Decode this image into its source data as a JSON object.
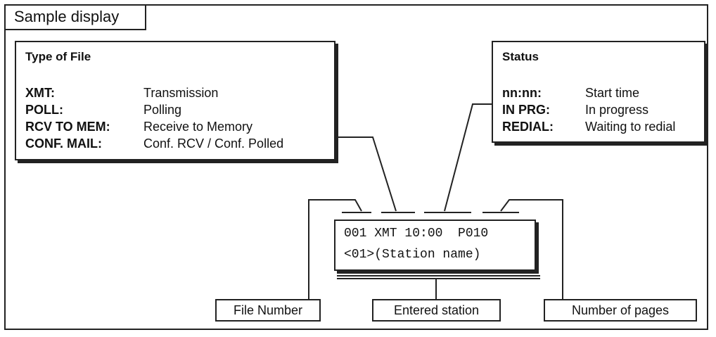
{
  "title": "Sample display",
  "type_of_file": {
    "heading": "Type of File",
    "rows": [
      {
        "key": "XMT:",
        "value": "Transmission"
      },
      {
        "key": "POLL:",
        "value": "Polling"
      },
      {
        "key": "RCV TO MEM:",
        "value": "Receive to Memory"
      },
      {
        "key": "CONF. MAIL:",
        "value": "Conf. RCV / Conf. Polled"
      }
    ]
  },
  "status": {
    "heading": "Status",
    "rows": [
      {
        "key": "nn:nn:",
        "value": "Start time"
      },
      {
        "key": "IN PRG:",
        "value": "In progress"
      },
      {
        "key": "REDIAL:",
        "value": "Waiting to redial"
      }
    ]
  },
  "display": {
    "line1": "001 XMT 10:00  P010",
    "line2": "<01>(Station name)"
  },
  "labels": {
    "file_number": "File Number",
    "entered_station": "Entered station",
    "number_of_pages": "Number of pages"
  }
}
